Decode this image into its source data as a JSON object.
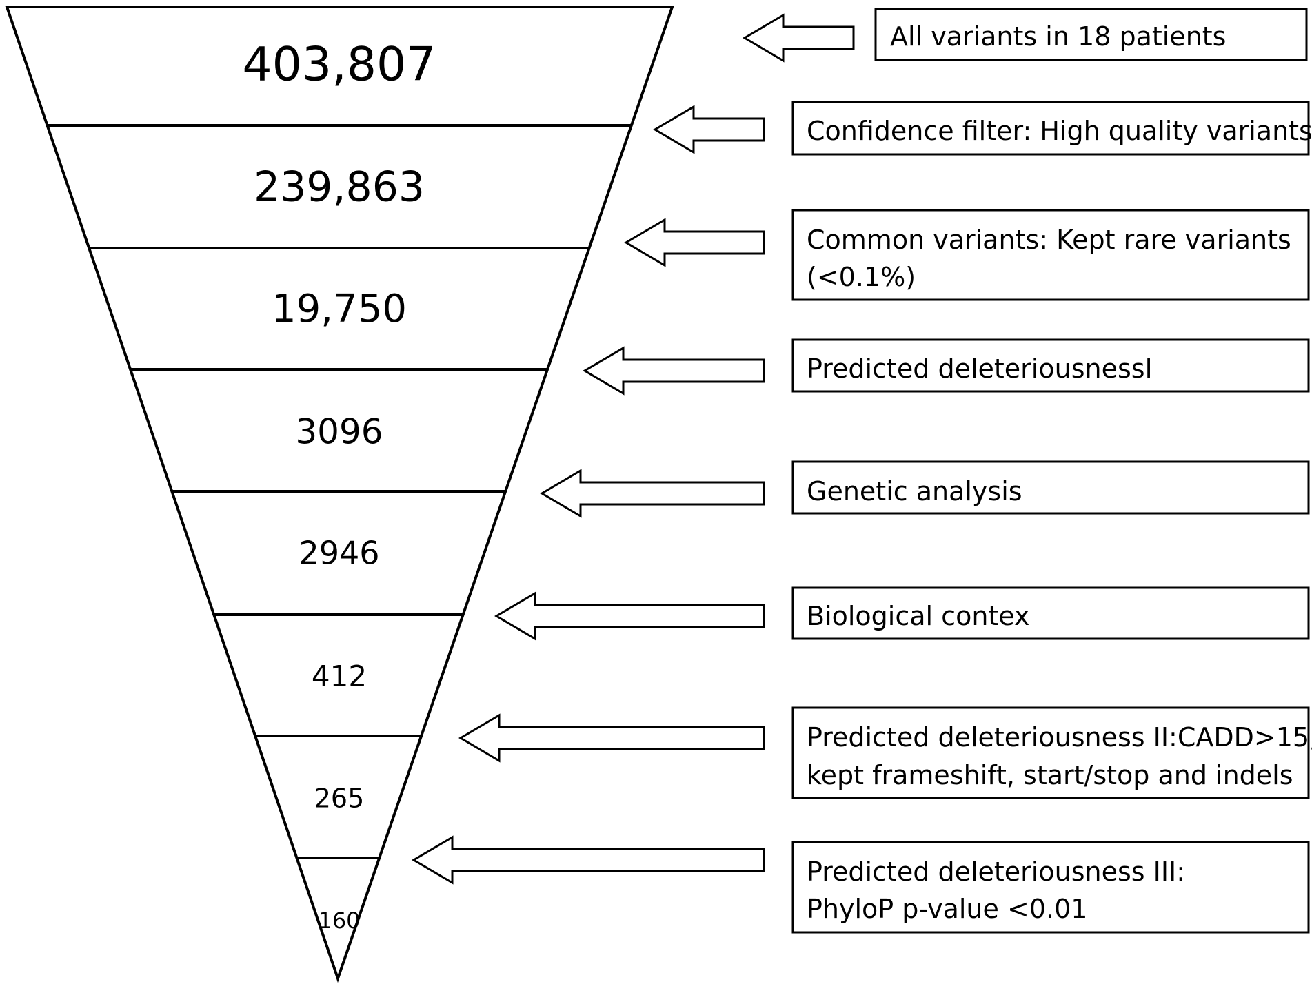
{
  "funnel": {
    "stages": [
      {
        "count": "403,807"
      },
      {
        "count": "239,863"
      },
      {
        "count": "19,750"
      },
      {
        "count": "3096"
      },
      {
        "count": "2946"
      },
      {
        "count": "412"
      },
      {
        "count": "265"
      },
      {
        "count": "160"
      }
    ]
  },
  "filters": [
    {
      "lines": [
        "All variants in 18 patients"
      ]
    },
    {
      "lines": [
        "Confidence filter: High quality variants"
      ]
    },
    {
      "lines": [
        "Common variants: Kept rare variants",
        "(<0.1%)"
      ]
    },
    {
      "lines": [
        "Predicted deleteriousnessI"
      ]
    },
    {
      "lines": [
        "Genetic analysis"
      ]
    },
    {
      "lines": [
        "Biological contex"
      ]
    },
    {
      "lines": [
        "Predicted deleteriousness II:CADD>15,",
        "kept frameshift, start/stop and indels"
      ]
    },
    {
      "lines": [
        "Predicted deleteriousness III:",
        "PhyloP p-value <0.01"
      ]
    }
  ]
}
